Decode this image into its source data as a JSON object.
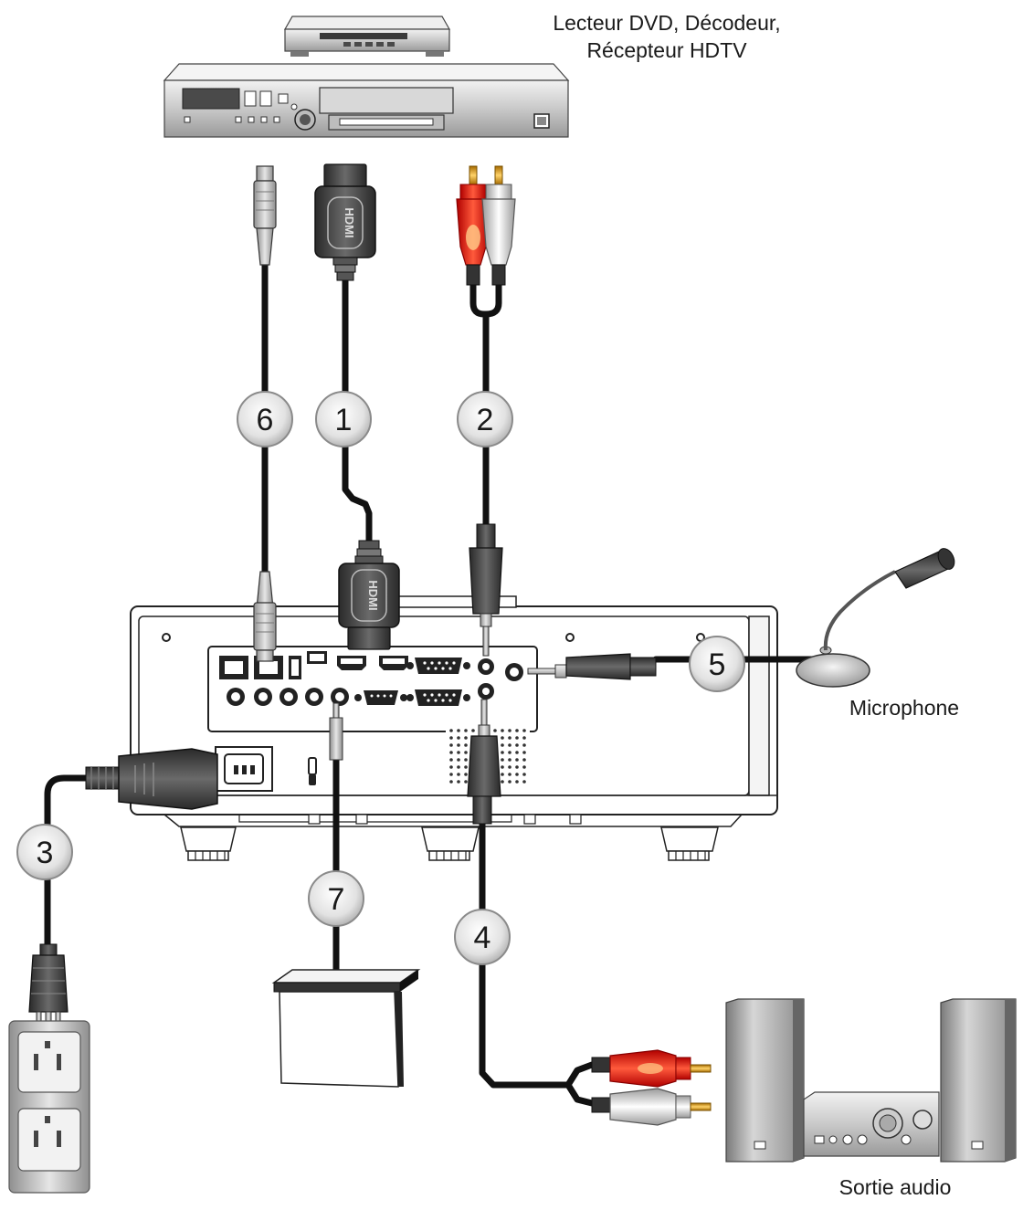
{
  "labels": {
    "dvd_line1": "Lecteur DVD, Décodeur,",
    "dvd_line2": "Récepteur HDTV",
    "microphone": "Microphone",
    "audio_out": "Sortie audio"
  },
  "callouts": [
    "1",
    "2",
    "3",
    "4",
    "5",
    "6",
    "7"
  ]
}
